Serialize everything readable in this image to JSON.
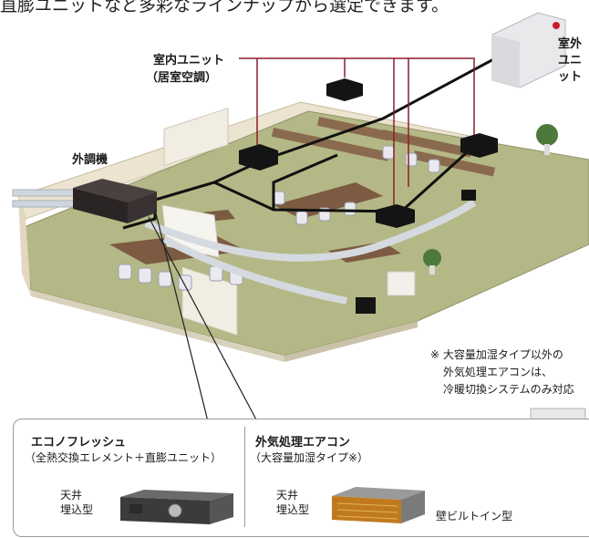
{
  "intro_text": "直膨ユニットなど多彩なラインナップから選定できます。",
  "labels": {
    "outdoor_unit": "室外\nユニット",
    "indoor_unit_line1": "室内ユニット",
    "indoor_unit_line2": "（居室空調）",
    "external_unit": "外調機"
  },
  "note": {
    "line1": "※ 大容量加湿タイプ以外の",
    "line2": "外気処理エアコンは、",
    "line3": "冷暖切換システムのみ対応"
  },
  "products": {
    "eco_fresh": {
      "title": "エコノフレッシュ",
      "subtitle": "（全熱交換エレメント＋直膨ユニット）",
      "mount": "天井\n埋込型"
    },
    "outdoor_air_ac": {
      "title": "外気処理エアコン",
      "subtitle": "（大容量加湿タイプ※）",
      "mount": "天井\n埋込型",
      "wall_mount": "壁ビルトイン型"
    }
  },
  "colors": {
    "floor": "#b4b886",
    "wall": "#ece3d0",
    "duct_line": "#8a1f2c",
    "pipe": "#111111"
  }
}
